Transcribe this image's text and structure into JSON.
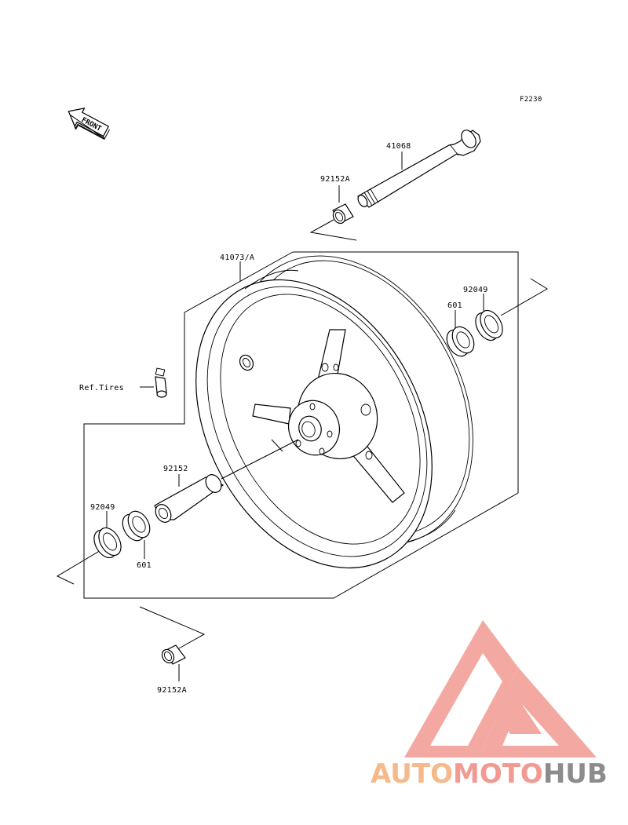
{
  "diagram": {
    "code": "F2230",
    "front_arrow_label": "FRONT",
    "labels": {
      "axle": "41068",
      "collar_top": "92152A",
      "wheel": "41073/A",
      "seal_right": "92049",
      "bearing_right": "601",
      "valve": "Ref.Tires",
      "spacer": "92152",
      "seal_left": "92049",
      "bearing_left": "601",
      "collar_bottom": "92152A"
    }
  },
  "watermark": {
    "part1": "AUTO",
    "part2": "MOTO",
    "part3": "HUB",
    "colors": {
      "auto": "#f5b98a",
      "moto": "#f29a92",
      "hub": "#8c8c8c",
      "logo": "#f29a92"
    }
  }
}
